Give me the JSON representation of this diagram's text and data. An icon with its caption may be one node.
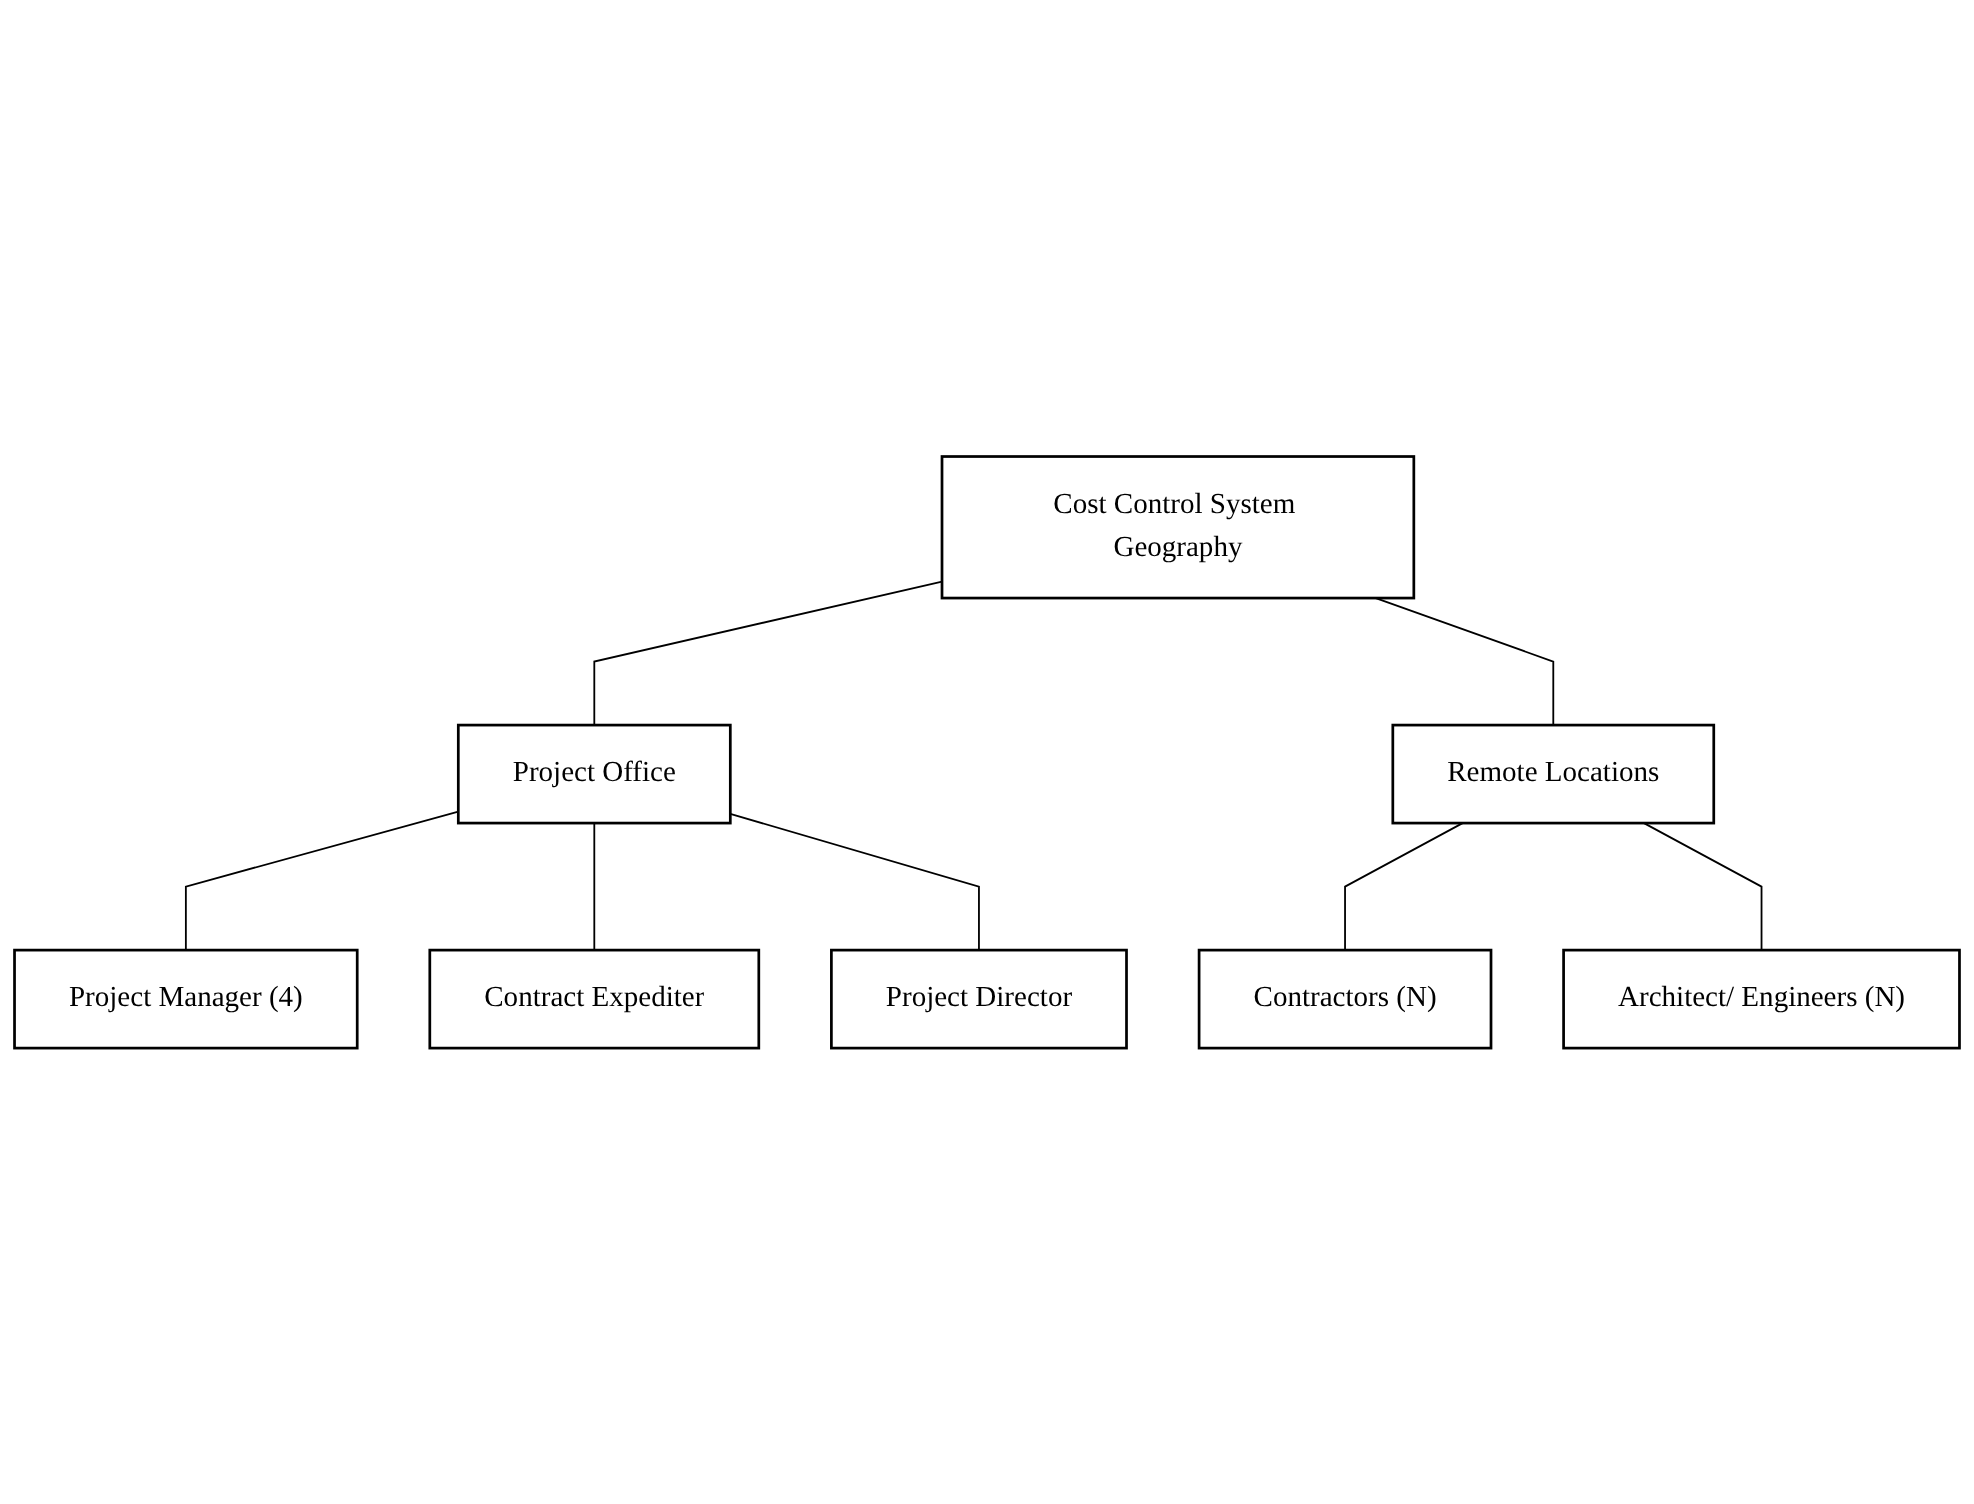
{
  "diagram": {
    "nodes": [
      {
        "text": [
          "Cost Control System Geography"
        ]
      },
      {
        "text": [
          "Project Office"
        ]
      },
      {
        "text": [
          "Remote Locations"
        ]
      },
      {
        "text": [
          "Project Manager (4)"
        ]
      },
      {
        "text": [
          "Contract Expediter"
        ]
      },
      {
        "text": [
          "Project Director"
        ]
      },
      {
        "text": [
          "Contractors (N)"
        ]
      },
      {
        "text": [
          "Architect/ Engineers (N)"
        ]
      }
    ],
    "edges": [
      {
        "from": 0,
        "to": 1,
        "arrow": "none"
      },
      {
        "from": 0,
        "to": 2,
        "arrow": "none"
      },
      {
        "from": 1,
        "to": 3,
        "arrow": "none"
      },
      {
        "from": 1,
        "to": 4,
        "arrow": "none"
      },
      {
        "from": 1,
        "to": 5,
        "arrow": "none"
      },
      {
        "from": 2,
        "to": 6,
        "arrow": "none"
      },
      {
        "from": 2,
        "to": 7,
        "arrow": "none"
      }
    ]
  }
}
